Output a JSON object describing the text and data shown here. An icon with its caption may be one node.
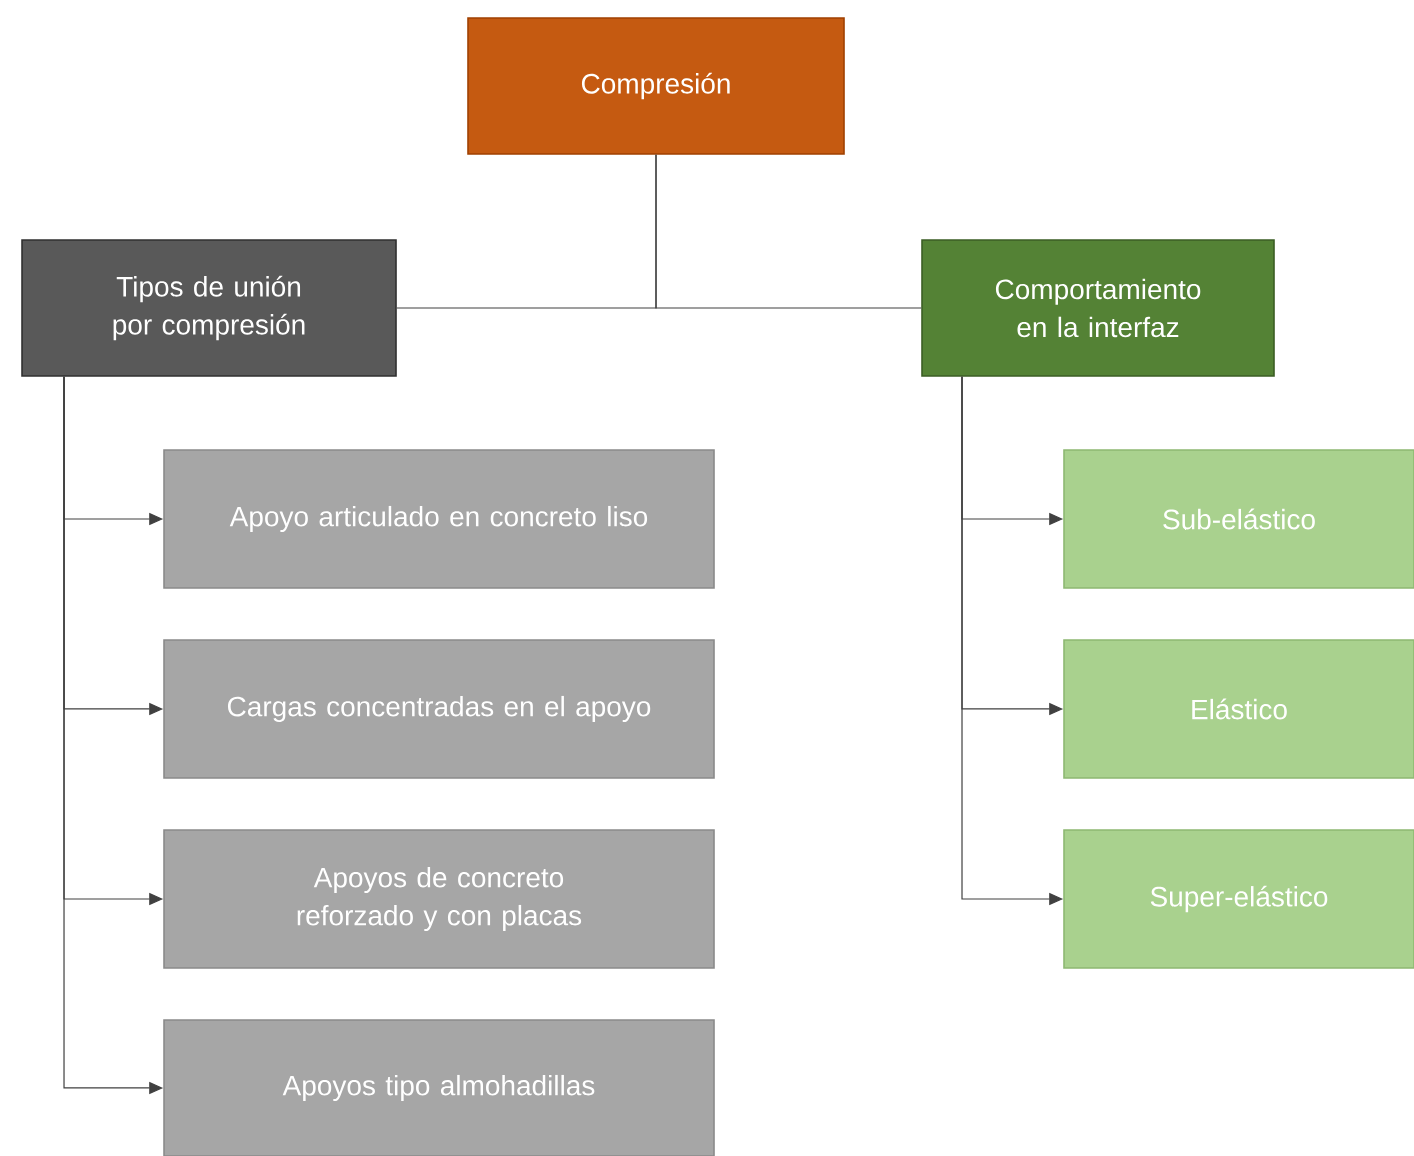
{
  "diagram": {
    "nodes": [
      {
        "text": [
          "Compresión"
        ]
      },
      {
        "text": [
          "Tipos de unión por compresión"
        ]
      },
      {
        "text": [
          "Comportamiento en la interfaz"
        ]
      },
      {
        "text": [
          "Apoyo articulado en concreto liso"
        ]
      },
      {
        "text": [
          "Cargas concentradas en el apoyo"
        ]
      },
      {
        "text": [
          "Apoyos de concreto reforzado y con placas"
        ]
      },
      {
        "text": [
          "Apoyos tipo almohadillas"
        ]
      },
      {
        "text": [
          "Sub-elástico"
        ]
      },
      {
        "text": [
          "Elástico"
        ]
      },
      {
        "text": [
          "Super-elástico"
        ]
      }
    ],
    "edges": [
      {
        "from": 0,
        "to": 1,
        "arrow": "none"
      },
      {
        "from": 0,
        "to": 2,
        "arrow": "none"
      },
      {
        "from": 1,
        "to": 3,
        "arrow": "to"
      },
      {
        "from": 1,
        "to": 4,
        "arrow": "to"
      },
      {
        "from": 1,
        "to": 5,
        "arrow": "to"
      },
      {
        "from": 1,
        "to": 6,
        "arrow": "to"
      },
      {
        "from": 2,
        "to": 7,
        "arrow": "to"
      },
      {
        "from": 2,
        "to": 8,
        "arrow": "to"
      },
      {
        "from": 2,
        "to": 9,
        "arrow": "to"
      }
    ]
  }
}
